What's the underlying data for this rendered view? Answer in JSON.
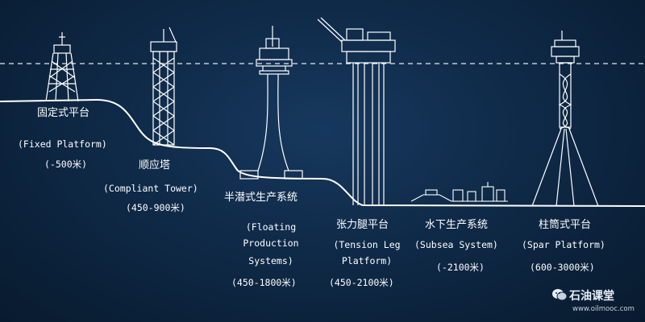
{
  "platforms": [
    {
      "name_cn": "固定式平台",
      "name_en": "(Fixed Platform)",
      "depth": "(-500米)"
    },
    {
      "name_cn": "顺应塔",
      "name_en": "(Compliant Tower)",
      "depth": "(450-900米)"
    },
    {
      "name_cn": "半潜式生产系统",
      "name_en_lines": [
        "(Floating",
        "Production",
        "Systems)"
      ],
      "depth": "(450-1800米)"
    },
    {
      "name_cn": "张力腿平台",
      "name_en_lines": [
        "(Tension Leg",
        "Platform)"
      ],
      "depth": "(450-2100米)"
    },
    {
      "name_cn": "水下生产系统",
      "name_en": "(Subsea System)",
      "depth": "(-2100米)"
    },
    {
      "name_cn": "柱筒式平台",
      "name_en": "(Spar Platform)",
      "depth": "(600-3000米)"
    }
  ],
  "watermark": {
    "name": "石油课堂",
    "url": "www.oilmooc.com"
  },
  "colors": {
    "background": "#0f2a48",
    "line": "#ffffff",
    "accent": "#e8eef5"
  }
}
